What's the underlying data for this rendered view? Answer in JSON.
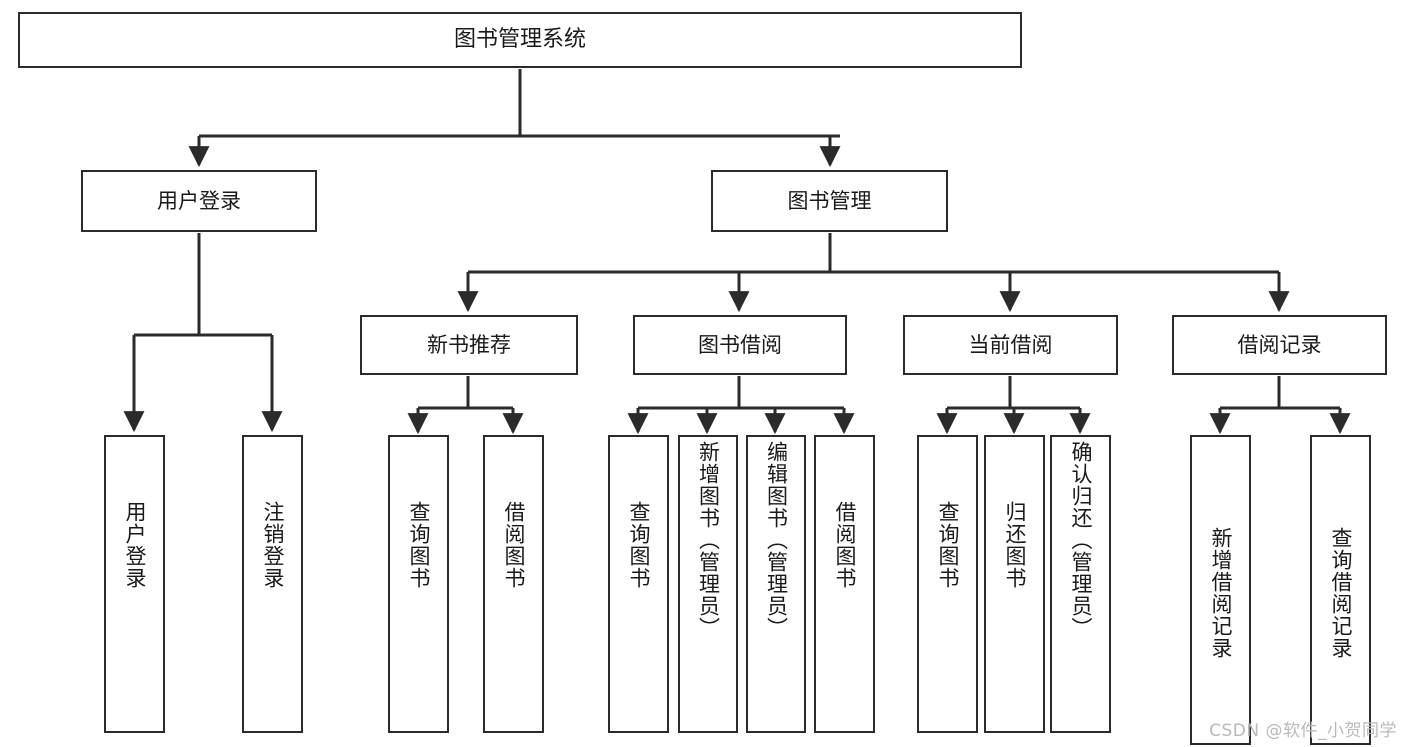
{
  "diagram": {
    "title": "图书管理系统",
    "background": "#ffffff",
    "line_color": "#2b2b2b",
    "text_color": "#1a1a1a",
    "root": {
      "label": "图书管理系统"
    },
    "level2": [
      {
        "label": "用户登录"
      },
      {
        "label": "图书管理"
      }
    ],
    "level3": [
      {
        "label": "新书推荐"
      },
      {
        "label": "图书借阅"
      },
      {
        "label": "当前借阅"
      },
      {
        "label": "借阅记录"
      }
    ],
    "leaves": [
      {
        "label": "用户登录",
        "parent": "用户登录"
      },
      {
        "label": "注销登录",
        "parent": "用户登录"
      },
      {
        "label": "查询图书",
        "parent": "新书推荐"
      },
      {
        "label": "借阅图书",
        "parent": "新书推荐"
      },
      {
        "label": "查询图书",
        "parent": "图书借阅"
      },
      {
        "label": "新增图书（管理员）",
        "parent": "图书借阅"
      },
      {
        "label": "编辑图书（管理员）",
        "parent": "图书借阅"
      },
      {
        "label": "借阅图书",
        "parent": "图书借阅"
      },
      {
        "label": "查询图书",
        "parent": "当前借阅"
      },
      {
        "label": "归还图书",
        "parent": "当前借阅"
      },
      {
        "label": "确认归还（管理员）",
        "parent": "当前借阅"
      },
      {
        "label": "新增借阅记录",
        "parent": "借阅记录"
      },
      {
        "label": "查询借阅记录",
        "parent": "借阅记录"
      }
    ]
  },
  "watermark": {
    "text": "CSDN @软件_小贺同学"
  }
}
